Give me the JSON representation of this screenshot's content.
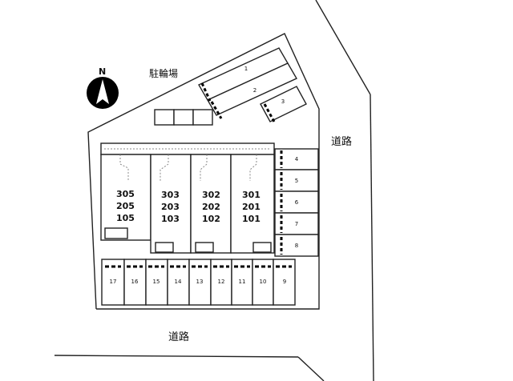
{
  "map": {
    "north_label": "N",
    "road_east": "道路",
    "road_south": "道路",
    "bicycle_parking_label": "駐輪場",
    "units": [
      {
        "id": "col305",
        "lines": [
          "305",
          "205",
          "105"
        ]
      },
      {
        "id": "col303",
        "lines": [
          "303",
          "203",
          "103"
        ]
      },
      {
        "id": "col302",
        "lines": [
          "302",
          "202",
          "102"
        ]
      },
      {
        "id": "col301",
        "lines": [
          "301",
          "201",
          "101"
        ]
      }
    ],
    "parking_top": [
      "1",
      "2",
      "3"
    ],
    "parking_right": [
      "4",
      "5",
      "6",
      "7",
      "8"
    ],
    "parking_bottom": [
      "17",
      "16",
      "15",
      "14",
      "13",
      "12",
      "11",
      "10",
      "9"
    ]
  }
}
